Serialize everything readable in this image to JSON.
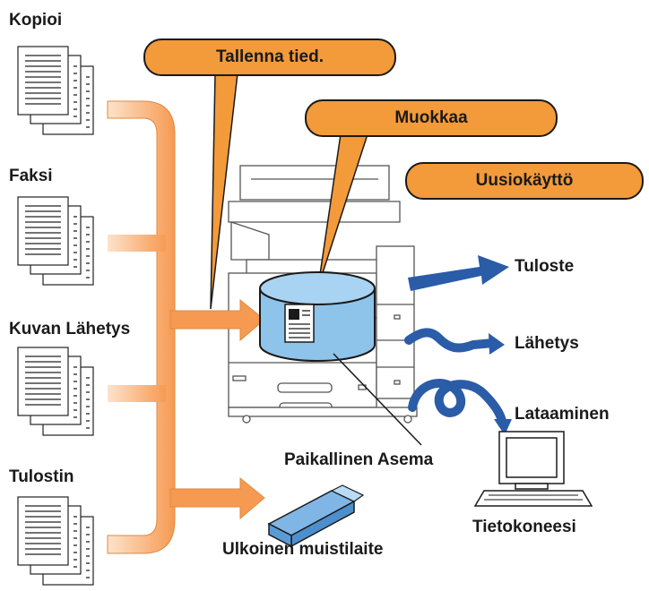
{
  "sources": {
    "copy": "Kopioi",
    "fax": "Faksi",
    "image_send": "Kuvan Lähetys",
    "printer": "Tulostin"
  },
  "bubbles": {
    "save_file": "Tallenna tied.",
    "edit": "Muokkaa",
    "reuse": "Uusiokäyttö"
  },
  "outputs": {
    "print": "Tuloste",
    "send": "Lähetys",
    "download": "Lataaminen",
    "computer": "Tietokoneesi"
  },
  "storage": {
    "local_drive": "Paikallinen Asema",
    "external_memory": "Ulkoinen muistilaite"
  },
  "colors": {
    "bubble": "#f39a3a",
    "flow_orange": "#f7a35c",
    "drive_blue": "#8ec3ea",
    "arrow_blue": "#2a5ca8",
    "usb_blue": "#7fb6e6"
  }
}
